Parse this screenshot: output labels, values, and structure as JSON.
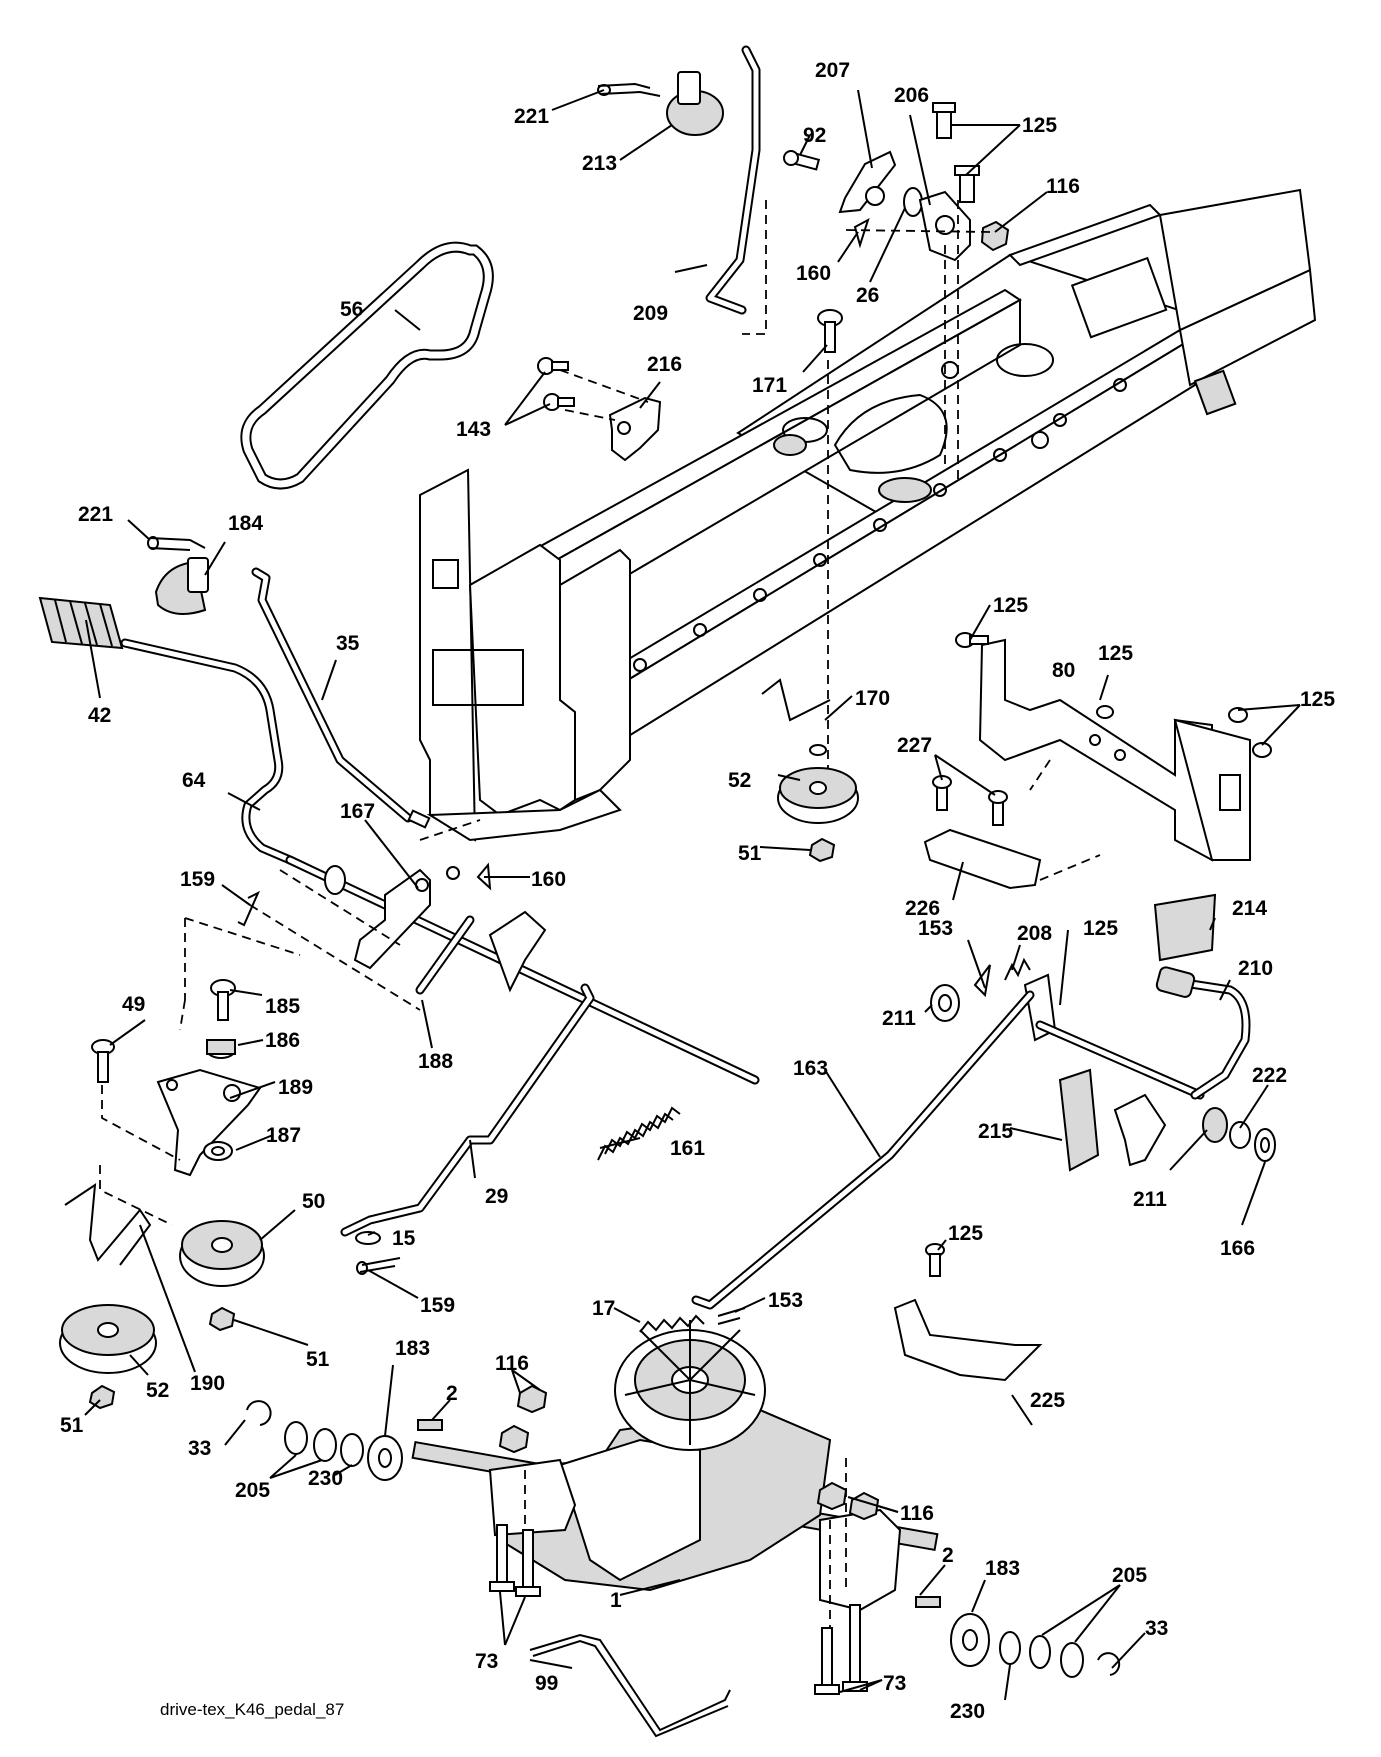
{
  "caption": "drive-tex_K46_pedal_87",
  "labels": {
    "p221a": "221",
    "p213": "213",
    "p92": "92",
    "p207": "207",
    "p206": "206",
    "p125a": "125",
    "p116a": "116",
    "p160a": "160",
    "p26": "26",
    "p209": "209",
    "p56": "56",
    "p216": "216",
    "p143": "143",
    "p171": "171",
    "p221b": "221",
    "p184": "184",
    "p35": "35",
    "p42": "42",
    "p64": "64",
    "p167": "167",
    "p160b": "160",
    "p159a": "159",
    "p125b": "125",
    "p80": "80",
    "p125c": "125",
    "p125d": "125",
    "p170": "170",
    "p227": "227",
    "p52a": "52",
    "p51a": "51",
    "p226": "226",
    "p185": "185",
    "p49": "49",
    "p186": "186",
    "p188": "188",
    "p189": "189",
    "p187": "187",
    "p153a": "153",
    "p208": "208",
    "p125e": "125",
    "p214": "214",
    "p211a": "211",
    "p210": "210",
    "p161": "161",
    "p163": "163",
    "p215": "215",
    "p222": "222",
    "p211b": "211",
    "p166": "166",
    "p50": "50",
    "p29": "29",
    "p15": "15",
    "p159b": "159",
    "p125f": "125",
    "p17": "17",
    "p153b": "153",
    "p51b": "51",
    "p190": "190",
    "p52b": "52",
    "p51c": "51",
    "p183a": "183",
    "p116b": "116",
    "p2a": "2",
    "p33a": "33",
    "p205a": "205",
    "p230a": "230",
    "p116c": "116",
    "p225": "225",
    "p1": "1",
    "p2b": "2",
    "p183b": "183",
    "p205b": "205",
    "p73a": "73",
    "p99": "99",
    "p73b": "73",
    "p230b": "230",
    "p33b": "33"
  }
}
